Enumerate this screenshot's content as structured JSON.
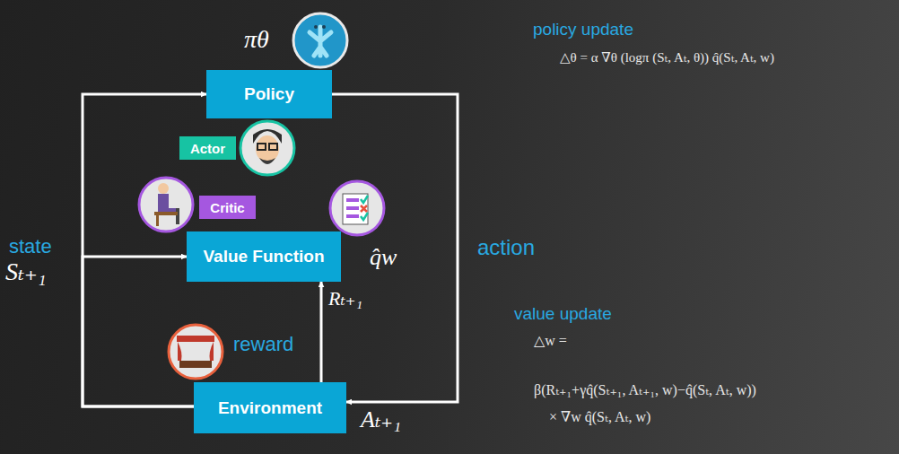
{
  "diagram": {
    "nodes": [
      {
        "text": [
          "Policy"
        ]
      },
      {
        "text": [
          "Actor"
        ]
      },
      {
        "text": [
          "Critic"
        ]
      },
      {
        "text": [
          "Value Function"
        ]
      },
      {
        "text": [
          "Environment"
        ]
      }
    ],
    "edges": [
      {
        "from": 0,
        "to": 4,
        "arrow": "to"
      },
      {
        "from": 4,
        "to": 0,
        "arrow": "to"
      },
      {
        "from": 4,
        "to": 3,
        "arrow": "to"
      },
      {
        "from": 4,
        "to": 3,
        "arrow": "to"
      }
    ],
    "labels": [
      "πθ",
      "q̂w",
      "state",
      "Sₜ₊₁",
      "action",
      "reward",
      "Rₜ₊₁",
      "Aₜ₊₁",
      "policy update",
      "△θ = α ∇θ (logπ (Sₜ, Aₜ, θ)) q̂(Sₜ, Aₜ, w)",
      "value update",
      "△w =",
      "β(Rₜ₊₁+γq̂(Sₜ₊₁, Aₜ₊₁, w)−q̂(Sₜ, Aₜ, w))",
      "× ∇w q̂(Sₜ, Aₜ, w)"
    ]
  }
}
